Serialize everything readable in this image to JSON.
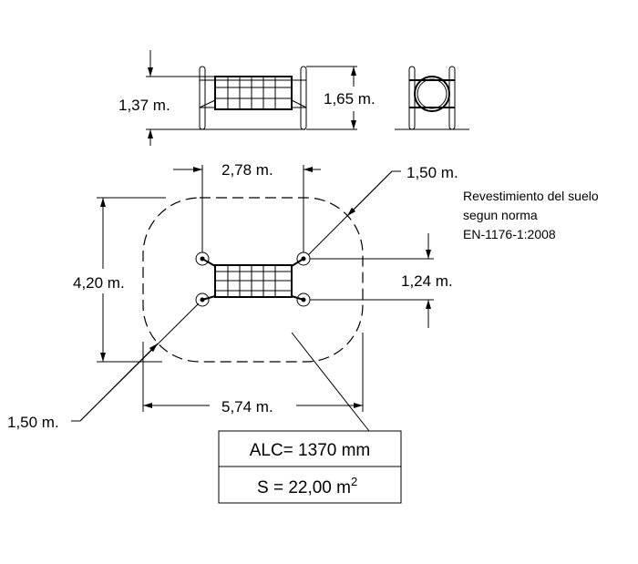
{
  "front_view": {
    "height_label": "1,37 m.",
    "total_height_label": "1,65 m."
  },
  "plan_view": {
    "width_label": "2,78 m.",
    "depth_label": "4,20 m.",
    "post_spacing_label": "1,24 m.",
    "length_label": "5,74 m.",
    "margin_top_label": "1,50 m.",
    "margin_bottom_label": "1,50 m."
  },
  "note": {
    "lines": [
      "Revestimiento del suelo",
      "segun norma",
      "EN-1176-1:2008"
    ]
  },
  "info_box": {
    "alc": "ALC= 1370 mm",
    "surface": "S = 22,00 m",
    "surface_sup": "2"
  }
}
